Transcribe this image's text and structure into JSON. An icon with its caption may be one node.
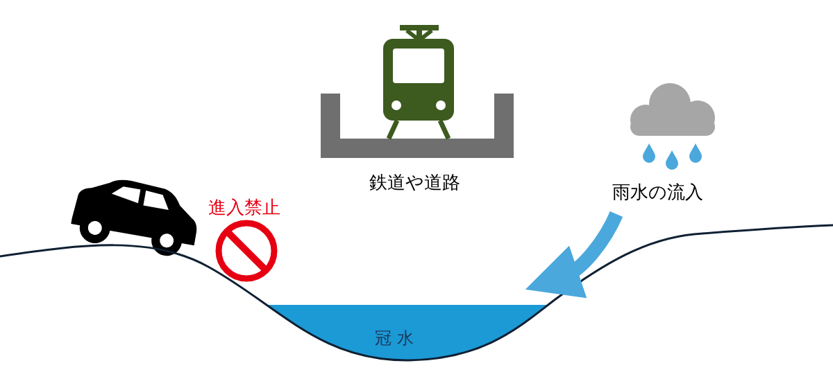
{
  "diagram": {
    "nodes": [
      {
        "text": [],
        "shape": "cloud",
        "beside": [
          "雨水の流入"
        ]
      },
      {
        "text": [
          "冠 水"
        ]
      }
    ],
    "edges": [
      {
        "from": 0,
        "to": 1,
        "arrow": "to"
      }
    ],
    "labels": [
      "鉄道や道路",
      "進入禁止"
    ]
  }
}
